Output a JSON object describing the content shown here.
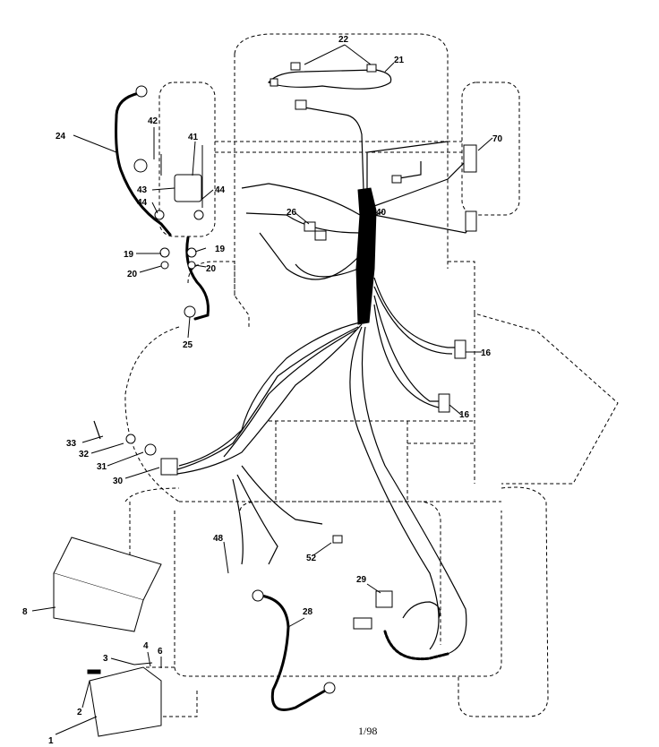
{
  "parts": [
    {
      "key": "p1",
      "label": "1"
    },
    {
      "key": "p2",
      "label": "2"
    },
    {
      "key": "p3",
      "label": "3"
    },
    {
      "key": "p4",
      "label": "4"
    },
    {
      "key": "p6",
      "label": "6"
    },
    {
      "key": "p8",
      "label": "8"
    },
    {
      "key": "p16a",
      "label": "16"
    },
    {
      "key": "p16b",
      "label": "16"
    },
    {
      "key": "p19a",
      "label": "19"
    },
    {
      "key": "p19b",
      "label": "19"
    },
    {
      "key": "p20a",
      "label": "20"
    },
    {
      "key": "p20b",
      "label": "20"
    },
    {
      "key": "p21",
      "label": "21"
    },
    {
      "key": "p22",
      "label": "22"
    },
    {
      "key": "p24",
      "label": "24"
    },
    {
      "key": "p25",
      "label": "25"
    },
    {
      "key": "p26",
      "label": "26"
    },
    {
      "key": "p28",
      "label": "28"
    },
    {
      "key": "p29",
      "label": "29"
    },
    {
      "key": "p30",
      "label": "30"
    },
    {
      "key": "p31",
      "label": "31"
    },
    {
      "key": "p32",
      "label": "32"
    },
    {
      "key": "p33",
      "label": "33"
    },
    {
      "key": "p40",
      "label": "40"
    },
    {
      "key": "p41",
      "label": "41"
    },
    {
      "key": "p42",
      "label": "42"
    },
    {
      "key": "p43",
      "label": "43"
    },
    {
      "key": "p44a",
      "label": "44"
    },
    {
      "key": "p44b",
      "label": "44"
    },
    {
      "key": "p48",
      "label": "48"
    },
    {
      "key": "p52",
      "label": "52"
    },
    {
      "key": "p70",
      "label": "70"
    }
  ],
  "page_code": "1/98"
}
